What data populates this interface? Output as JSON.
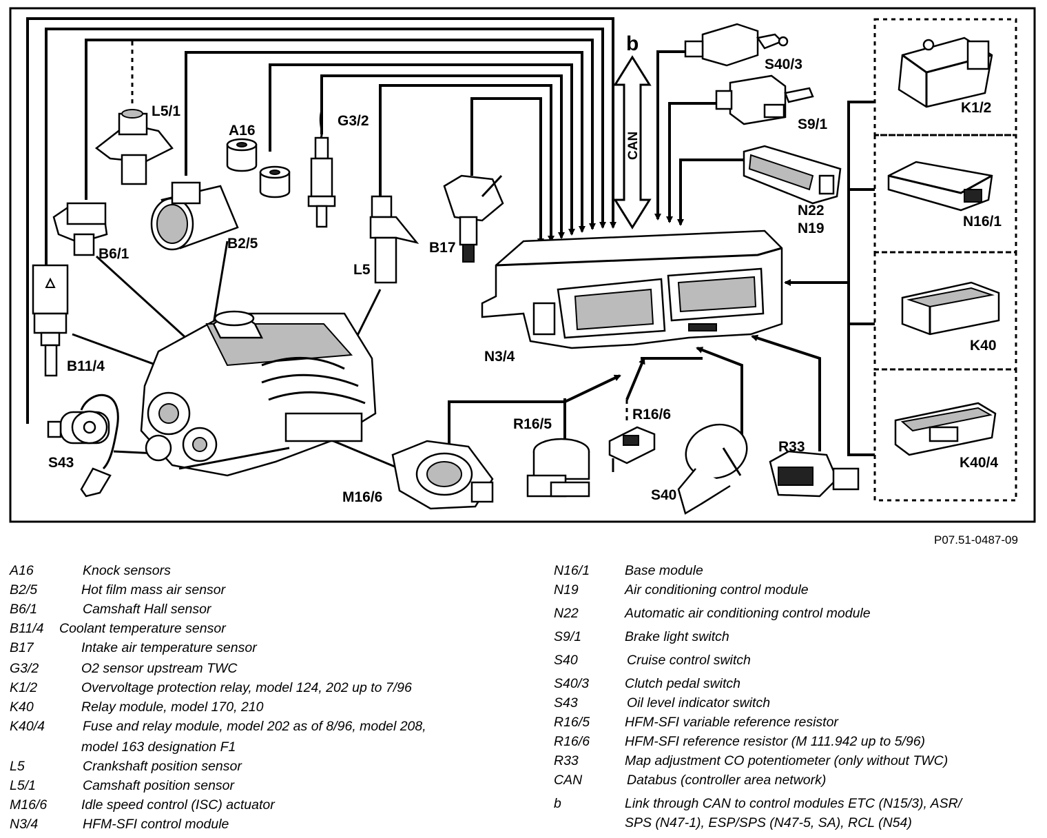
{
  "diagram": {
    "labels": {
      "L5_1": "L5/1",
      "A16": "A16",
      "G3_2": "G3/2",
      "B2_5": "B2/5",
      "B6_1": "B6/1",
      "B11_4": "B11/4",
      "B17": "B17",
      "L5": "L5",
      "S43": "S43",
      "M16_6": "M16/6",
      "R16_5": "R16/5",
      "R16_6": "R16/6",
      "S40": "S40",
      "R33": "R33",
      "N3_4": "N3/4",
      "b": "b",
      "CAN": "CAN",
      "S40_3": "S40/3",
      "S9_1": "S9/1",
      "N22": "N22",
      "N19": "N19",
      "K1_2": "K1/2",
      "N16_1": "N16/1",
      "K40": "K40",
      "K40_4": "K40/4"
    }
  },
  "reference": "P07.51-0487-09",
  "legend_left": [
    {
      "code": "A16",
      "desc": "Knock sensors"
    },
    {
      "code": "B2/5",
      "desc": "Hot film mass air sensor"
    },
    {
      "code": "B6/1",
      "desc": "Camshaft Hall sensor"
    },
    {
      "code": "B11/4",
      "desc": "Coolant temperature sensor"
    },
    {
      "code": "B17",
      "desc": "Intake air temperature sensor"
    },
    {
      "code": "G3/2",
      "desc": "O2 sensor upstream TWC"
    },
    {
      "code": "K1/2",
      "desc": "Overvoltage protection relay, model 124, 202 up to 7/96"
    },
    {
      "code": "K40",
      "desc": "Relay module, model 170, 210"
    },
    {
      "code": "K40/4",
      "desc": "Fuse and relay module, model 202 as of 8/96, model 208,",
      "desc2": "model 163 designation F1"
    },
    {
      "code": "L5",
      "desc": "Crankshaft position sensor"
    },
    {
      "code": "L5/1",
      "desc": "Camshaft position sensor"
    },
    {
      "code": "M16/6",
      "desc": "Idle speed control (ISC) actuator"
    },
    {
      "code": "N3/4",
      "desc": "HFM-SFI control module"
    }
  ],
  "legend_right": [
    {
      "code": "N16/1",
      "desc": "Base module"
    },
    {
      "code": "N19",
      "desc": "Air conditioning control module"
    },
    {
      "code": "N22",
      "desc": "Automatic air conditioning control module"
    },
    {
      "code": "S9/1",
      "desc": "Brake light switch"
    },
    {
      "code": "S40",
      "desc": "Cruise control switch"
    },
    {
      "code": "S40/3",
      "desc": "Clutch pedal switch"
    },
    {
      "code": "S43",
      "desc": "Oil level indicator switch"
    },
    {
      "code": "R16/5",
      "desc": "HFM-SFI variable reference resistor"
    },
    {
      "code": "R16/6",
      "desc": "HFM-SFI reference resistor (M 111.942 up to 5/96)"
    },
    {
      "code": "R33",
      "desc": "Map adjustment CO potentiometer (only without TWC)"
    },
    {
      "code": "CAN",
      "desc": "Databus (controller area network)"
    },
    {
      "code": "b",
      "desc": "Link through CAN to control modules ETC (N15/3), ASR/",
      "desc2": "SPS (N47-1), ESP/SPS (N47-5, SA), RCL (N54)"
    }
  ]
}
